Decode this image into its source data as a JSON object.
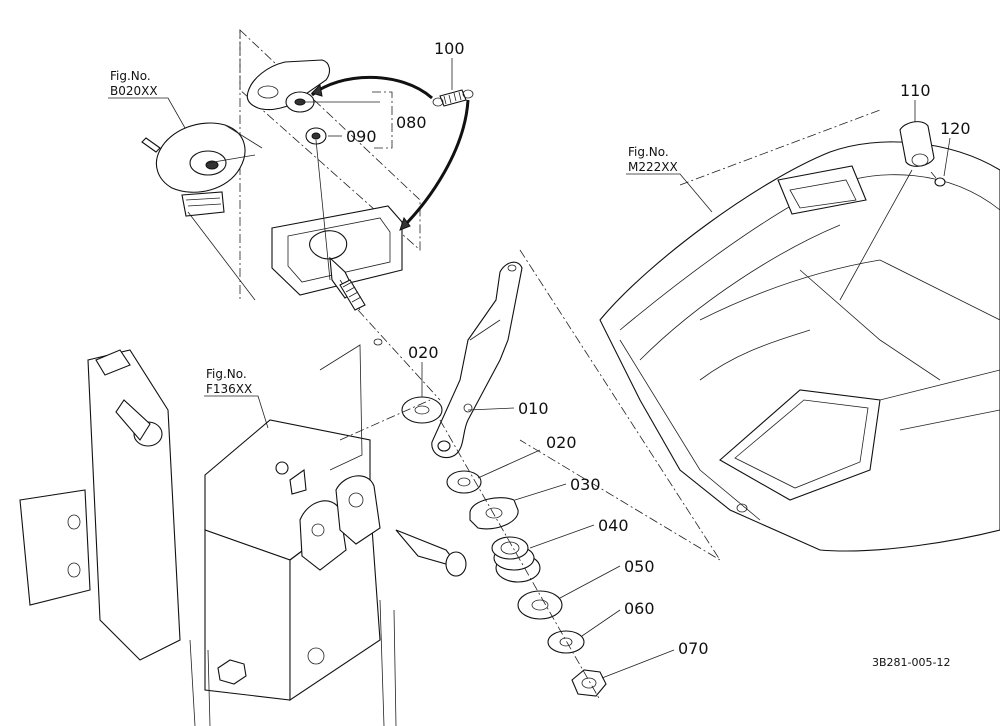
{
  "diagram": {
    "part_labels": [
      "100",
      "080",
      "090",
      "020",
      "010",
      "020",
      "030",
      "040",
      "050",
      "060",
      "070",
      "110",
      "120"
    ],
    "figure_refs": [
      {
        "line1": "Fig.No.",
        "line2": "B020XX"
      },
      {
        "line1": "Fig.No.",
        "line2": "F136XX"
      },
      {
        "line1": "Fig.No.",
        "line2": "M222XX"
      }
    ],
    "drawing_code": "3B281-005-12"
  }
}
